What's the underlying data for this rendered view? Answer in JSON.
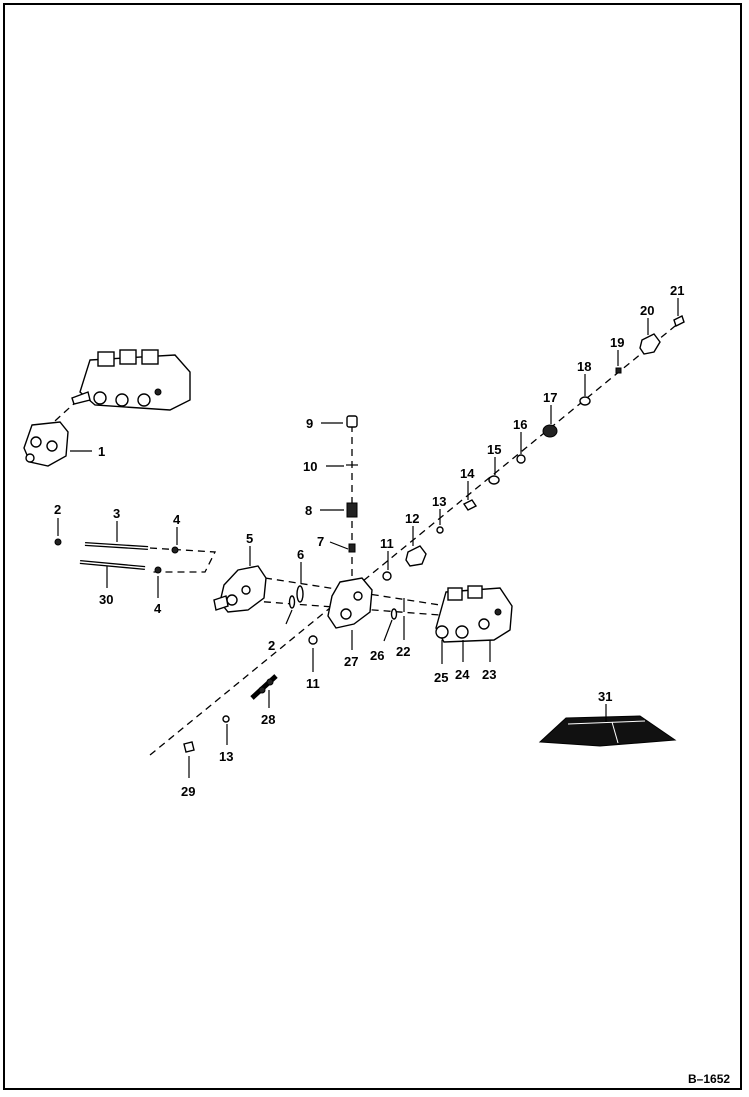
{
  "diagram": {
    "reference": "B–1652",
    "labels": [
      {
        "id": "1",
        "text": "1"
      },
      {
        "id": "2",
        "text": "2"
      },
      {
        "id": "3",
        "text": "3"
      },
      {
        "id": "4a",
        "text": "4"
      },
      {
        "id": "4b",
        "text": "4"
      },
      {
        "id": "5",
        "text": "5"
      },
      {
        "id": "6",
        "text": "6"
      },
      {
        "id": "7",
        "text": "7"
      },
      {
        "id": "8",
        "text": "8"
      },
      {
        "id": "9",
        "text": "9"
      },
      {
        "id": "10",
        "text": "10"
      },
      {
        "id": "11a",
        "text": "11"
      },
      {
        "id": "11b",
        "text": "11"
      },
      {
        "id": "12",
        "text": "12"
      },
      {
        "id": "13a",
        "text": "13"
      },
      {
        "id": "13b",
        "text": "13"
      },
      {
        "id": "14",
        "text": "14"
      },
      {
        "id": "15",
        "text": "15"
      },
      {
        "id": "16",
        "text": "16"
      },
      {
        "id": "17",
        "text": "17"
      },
      {
        "id": "18",
        "text": "18"
      },
      {
        "id": "19",
        "text": "19"
      },
      {
        "id": "20",
        "text": "20"
      },
      {
        "id": "21",
        "text": "21"
      },
      {
        "id": "22",
        "text": "22"
      },
      {
        "id": "23",
        "text": "23"
      },
      {
        "id": "24",
        "text": "24"
      },
      {
        "id": "25",
        "text": "25"
      },
      {
        "id": "26",
        "text": "26"
      },
      {
        "id": "27",
        "text": "27"
      },
      {
        "id": "28",
        "text": "28"
      },
      {
        "id": "29",
        "text": "29"
      },
      {
        "id": "30",
        "text": "30"
      },
      {
        "id": "31",
        "text": "31"
      },
      {
        "id": "2b",
        "text": "2"
      }
    ]
  }
}
